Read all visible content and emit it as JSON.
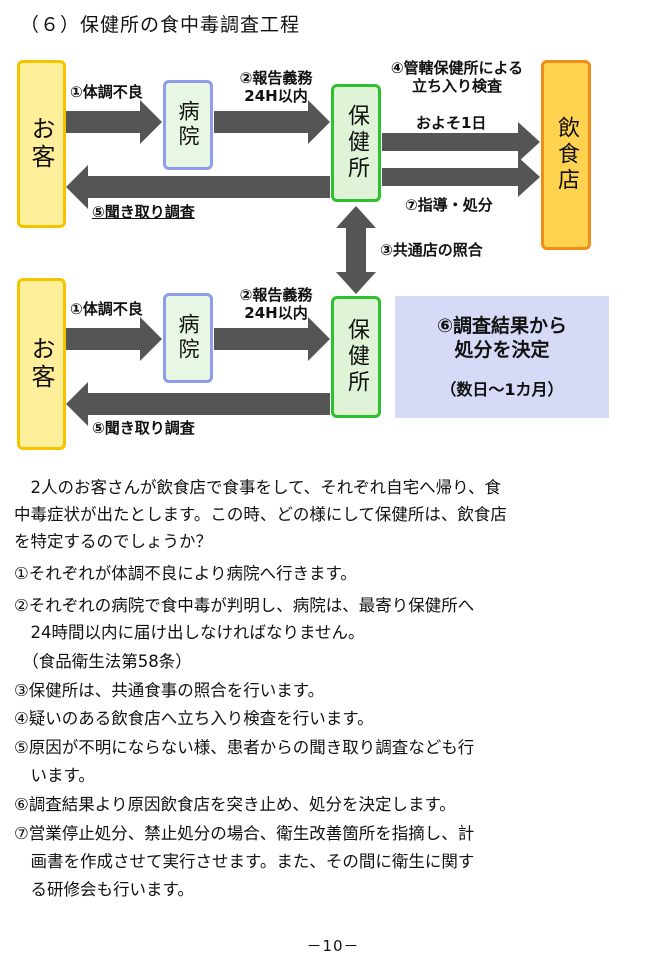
{
  "title": "（６）保健所の食中毒調査工程",
  "boxes": {
    "customer": "お客",
    "hospital": "病院",
    "health_center": "保健所",
    "restaurant": "飲食店"
  },
  "labels": {
    "sick": "①体調不良",
    "report_line1": "②報告義務",
    "report_line2": "24H以内",
    "inspect_line1": "④管轄保健所による",
    "inspect_line2": "立ち入り検査",
    "about_one_day": "およそ1日",
    "guidance": "⑦指導・処分",
    "hearing": "⑤聞き取り調査",
    "matching": "③共通店の照合"
  },
  "result": {
    "line1": "⑥調査結果から",
    "line2": "処分を決定",
    "line3": "（数日～1カ月）"
  },
  "colors": {
    "arrow": "#555555",
    "customer_fill": "#ffef9a",
    "customer_border": "#f5c400",
    "hospital_border": "#8e9ee6",
    "health_border": "#2fc02f",
    "restaurant_fill": "#ffd24f",
    "restaurant_border": "#f08c1a",
    "result_fill": "#d6daf7"
  },
  "paragraphs": [
    "　2人のお客さんが飲食店で食事をして、それぞれ自宅へ帰り、食",
    "中毒症状が出たとします。この時、どの様にして保健所は、飲食店",
    "を特定するのでしょうか？",
    "①それぞれが体調不良により病院へ行きます。",
    "②それぞれの病院で食中毒が判明し、病院は、最寄り保健所へ",
    "　24時間以内に届け出しなければなりません。",
    "　（食品衛生法第58条）",
    "③保健所は、共通食事の照合を行います。",
    "④疑いのある飲食店へ立ち入り検査を行います。",
    "⑤原因が不明にならない様、患者からの聞き取り調査なども行",
    "　います。",
    "⑥調査結果より原因飲食店を突き止め、処分を決定します。",
    "⑦営業停止処分、禁止処分の場合、衛生改善箇所を指摘し、計",
    "　画書を作成させて実行させます。また、その間に衛生に関す",
    "　る研修会も行います。"
  ],
  "page_number": "－10－"
}
